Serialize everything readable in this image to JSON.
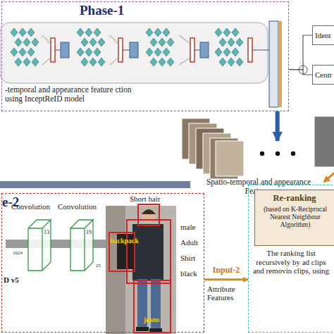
{
  "diagram": {
    "nodes": [
      {
        "text": [
          "Phase-1",
          "-temporal and appearance feature ction using InceptReID model"
        ]
      },
      {
        "text": [
          "Ident"
        ]
      },
      {
        "text": [
          "Centr"
        ]
      },
      {
        "text": [
          "Spatio-temporal and appearance Features"
        ]
      },
      {
        "text": [
          "e-2",
          "D v5"
        ]
      },
      {
        "text": [
          "The ranking list recursively by ad clips and removin clips, using"
        ]
      },
      {
        "text": [
          "Re-ranking",
          "(based on K-Reciprocal Nearest Neighbour Algorithm)"
        ],
        "in": 5
      }
    ],
    "edges": [
      {
        "from": 0,
        "to": 1,
        "arrow": "none"
      },
      {
        "from": 0,
        "to": 2,
        "arrow": "none"
      },
      {
        "from": 0,
        "to": 3,
        "arrow": "to"
      },
      {
        "from": 4,
        "to": 5,
        "label": "Input-2",
        "arrow": "to"
      }
    ],
    "labels": [
      "Convolution",
      "Convolution",
      "13",
      "19",
      "1024",
      "25",
      "Short hair",
      "male",
      "Adult",
      "Shirt",
      "black",
      "backpack",
      "jeans",
      "Attribute Features"
    ]
  }
}
